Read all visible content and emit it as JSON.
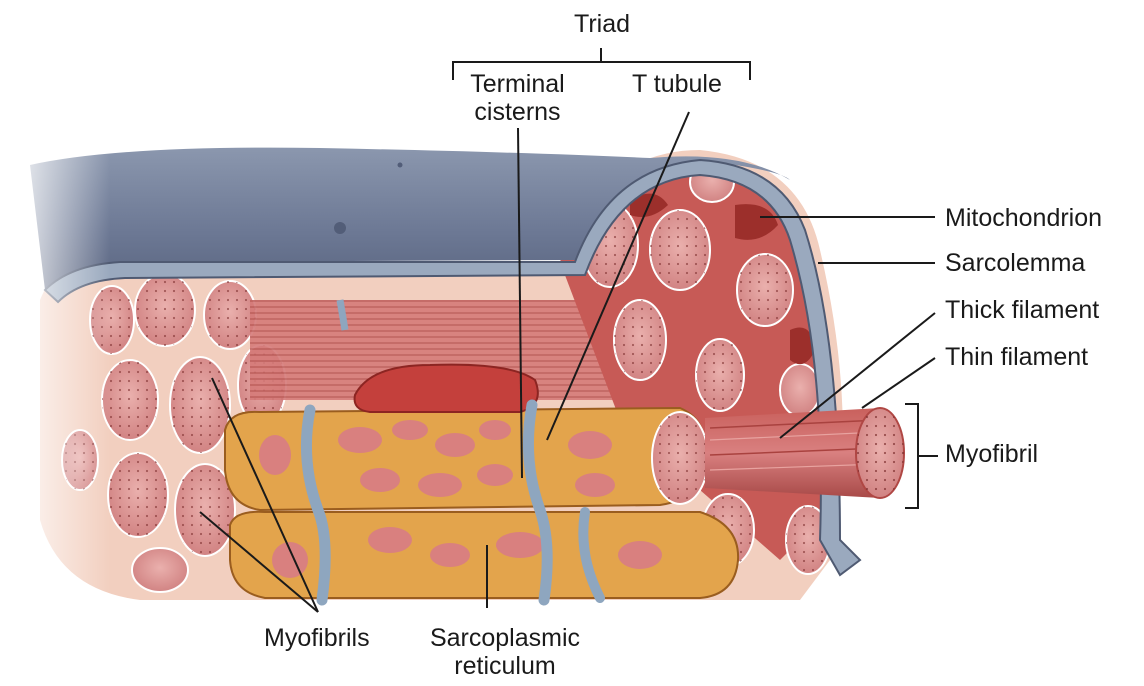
{
  "labels": {
    "triad": "Triad",
    "terminal_cisterns_l1": "Terminal",
    "terminal_cisterns_l2": "cisterns",
    "t_tubule": "T tubule",
    "mitochondrion": "Mitochondrion",
    "sarcolemma": "Sarcolemma",
    "thick_filament": "Thick filament",
    "thin_filament": "Thin filament",
    "myofibril": "Myofibril",
    "myofibrils": "Myofibrils",
    "sarcoplasmic_reticulum_l1": "Sarcoplasmic",
    "sarcoplasmic_reticulum_l2": "reticulum"
  },
  "colors": {
    "sarcolemma_blue": "#6e7d99",
    "myofibril_pink": "#dc8e8e",
    "reticulum_orange": "#e3a44c",
    "ttubule_blue": "#8ea6bf",
    "mitochondrion_red": "#b8443e",
    "leader_line": "#1a1a1a"
  }
}
